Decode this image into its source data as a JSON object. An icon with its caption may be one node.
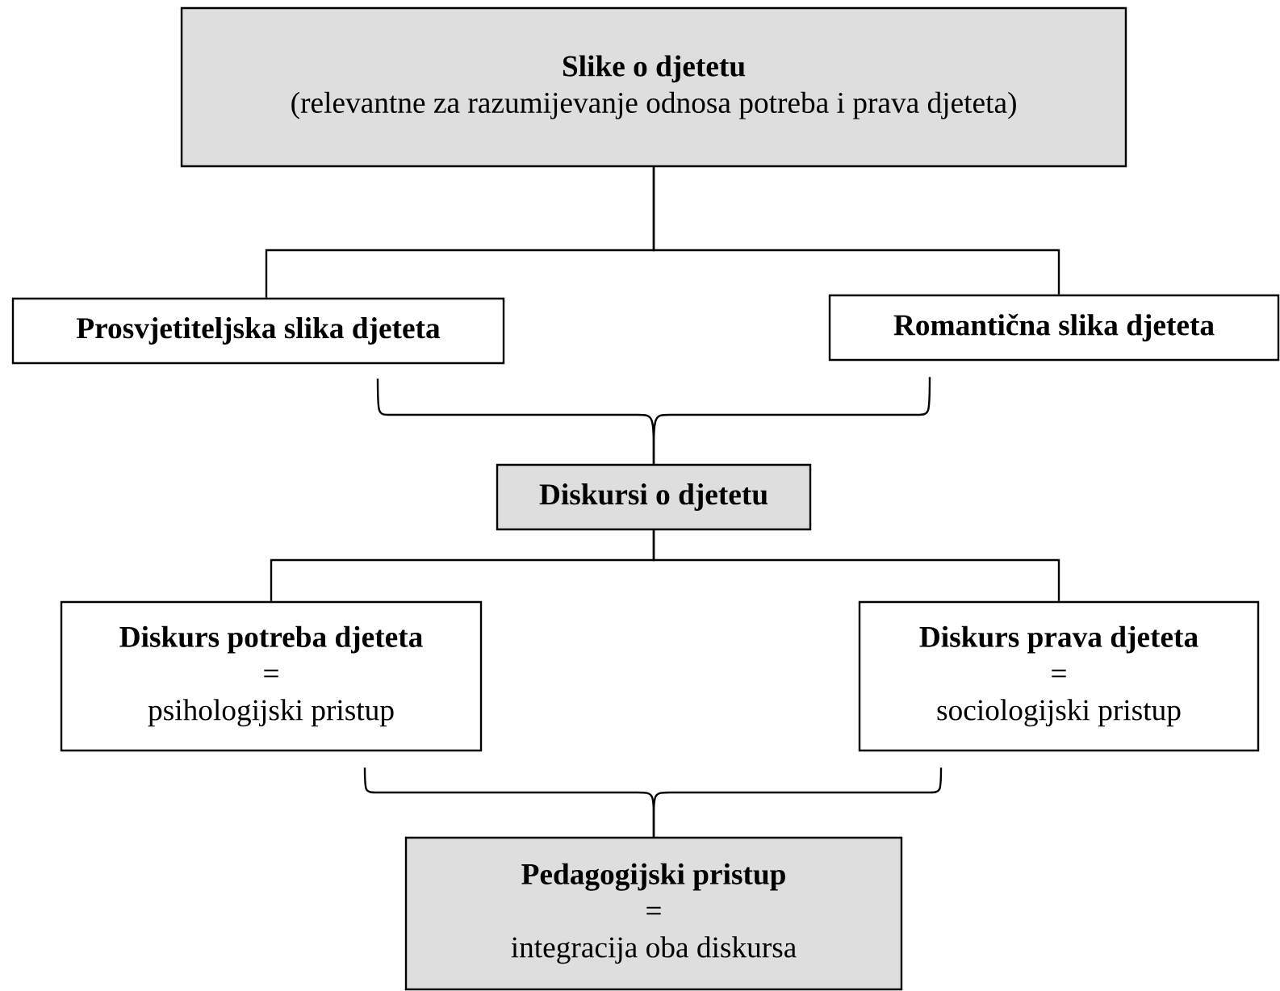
{
  "diagram": {
    "nodes": [
      {
        "text": [
          "Slike o djetetu",
          "(relevantne za razumijevanje odnosa potreba i prava djeteta)"
        ]
      },
      {
        "text": [
          "Prosvjetiteljska slika djeteta"
        ]
      },
      {
        "text": [
          "Romantična slika djeteta"
        ]
      },
      {
        "text": [
          "Diskursi o djetetu"
        ]
      },
      {
        "text": [
          "Diskurs potreba djeteta",
          "=",
          "psihologijski pristup"
        ]
      },
      {
        "text": [
          "Diskurs prava djeteta",
          "=",
          "sociologijski pristup"
        ]
      },
      {
        "text": [
          "Pedagogijski pristup",
          "=",
          "integracija oba diskursa"
        ]
      }
    ],
    "edges": [
      {
        "from": 0,
        "to": 1,
        "arrow": "none"
      },
      {
        "from": 0,
        "to": 2,
        "arrow": "none"
      },
      {
        "from": 1,
        "to": 3,
        "arrow": "none"
      },
      {
        "from": 2,
        "to": 3,
        "arrow": "none"
      },
      {
        "from": 3,
        "to": 4,
        "arrow": "none"
      },
      {
        "from": 3,
        "to": 5,
        "arrow": "none"
      },
      {
        "from": 4,
        "to": 6,
        "arrow": "none"
      },
      {
        "from": 5,
        "to": 6,
        "arrow": "none"
      }
    ]
  }
}
